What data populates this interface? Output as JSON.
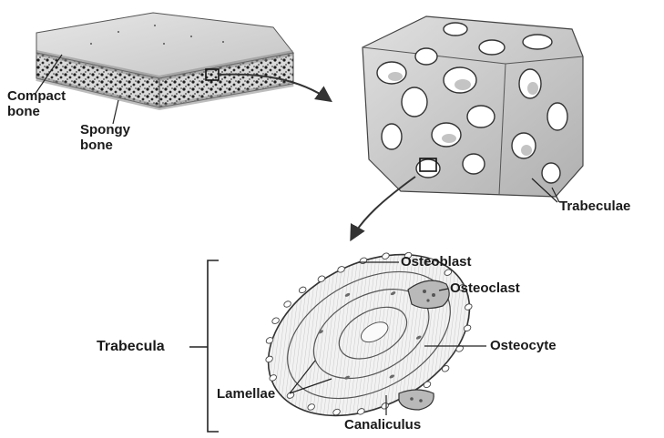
{
  "labels": {
    "compact_bone": [
      "Compact",
      "bone"
    ],
    "spongy_bone": [
      "Spongy",
      "bone"
    ],
    "trabeculae": "Trabeculae",
    "osteoblast": "Osteoblast",
    "osteoclast": "Osteoclast",
    "osteocyte": "Osteocyte",
    "trabecula": "Trabecula",
    "lamellae": "Lamellae",
    "canaliculus": "Canaliculus"
  }
}
